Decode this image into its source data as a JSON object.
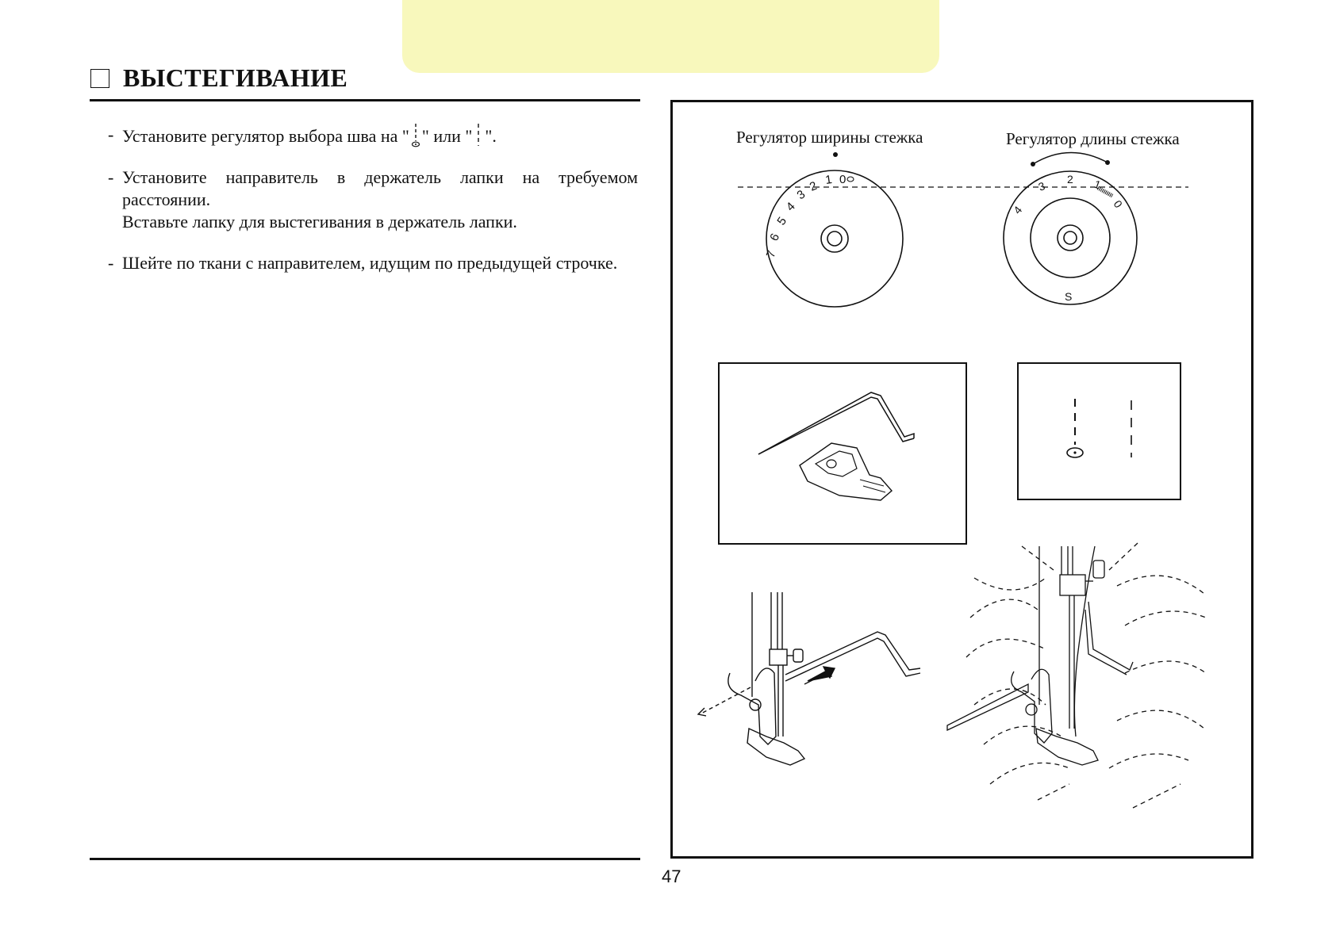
{
  "page": {
    "title": "ВЫСТЕГИВАНИЕ",
    "page_number": "47"
  },
  "instructions": [
    {
      "dash": "-",
      "pre": "Установите регулятор выбора шва на \"",
      "mid": "\" или \"",
      "post": "\"."
    },
    {
      "dash": "-",
      "line1": "Установите направитель в держатель лапки на требуемом расстоянии.",
      "line2": "Вставьте лапку для выстегивания в держатель лапки."
    },
    {
      "dash": "-",
      "line1": "Шейте по ткани с направителем, идущим по предыдущей строчке."
    }
  ],
  "figure": {
    "width_dial_label": "Регулятор ширины стежка",
    "length_dial_label": "Регулятор длины стежка",
    "width_dial_numbers": [
      "7",
      "6",
      "5",
      "4",
      "3",
      "2",
      "1",
      "0"
    ],
    "length_dial_numbers": [
      "4",
      "3",
      "2",
      "1",
      "0"
    ],
    "length_dial_s": "S"
  }
}
